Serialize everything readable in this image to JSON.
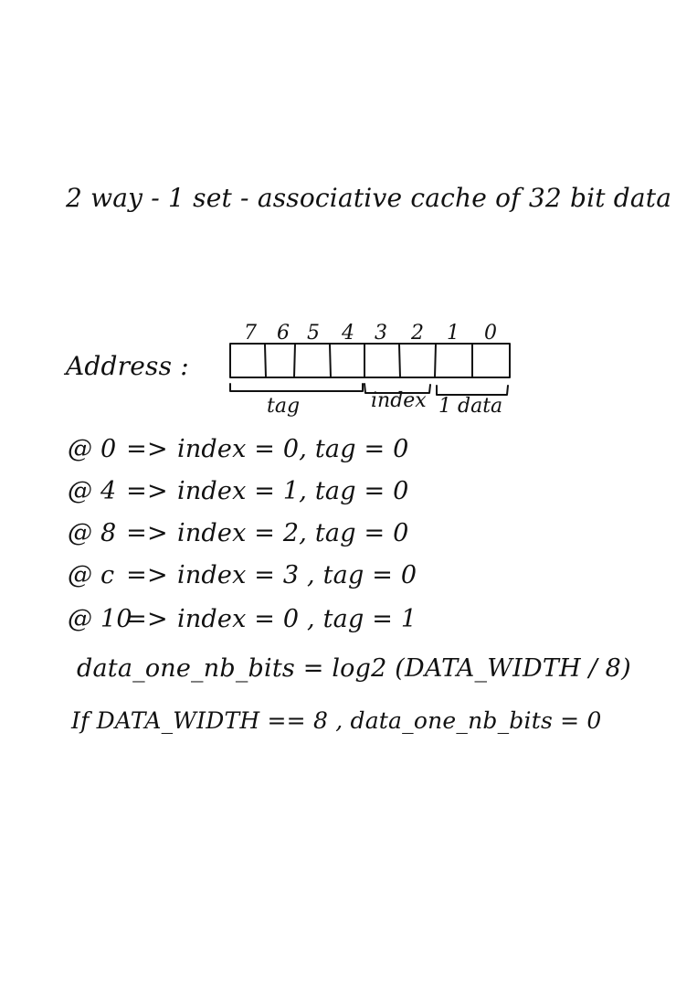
{
  "title": "2 way - 1 set - associative cache of 32 bit data",
  "address_label": "Address :",
  "bit_numbers": [
    "7",
    "6",
    "5",
    "4",
    "3",
    "2",
    "1",
    "0"
  ],
  "fields": {
    "tag": "tag",
    "index": "index",
    "data": "1 data"
  },
  "mappings": [
    {
      "address": "@ 0",
      "arrow": "=>",
      "result": "index = 0, tag = 0"
    },
    {
      "address": "@ 4",
      "arrow": "=>",
      "result": "index = 1, tag = 0"
    },
    {
      "address": "@ 8",
      "arrow": "=>",
      "result": "index = 2, tag = 0"
    },
    {
      "address": "@ c",
      "arrow": "=>",
      "result": "index = 3 , tag = 0"
    },
    {
      "address": "@ 10",
      "arrow": "=>",
      "result": "index = 0 , tag = 1"
    }
  ],
  "formula": "data_one_nb_bits = log2 (DATA_WIDTH / 8)",
  "condition": "If DATA_WIDTH == 8 , data_one_nb_bits = 0",
  "ink_color": "#111111"
}
